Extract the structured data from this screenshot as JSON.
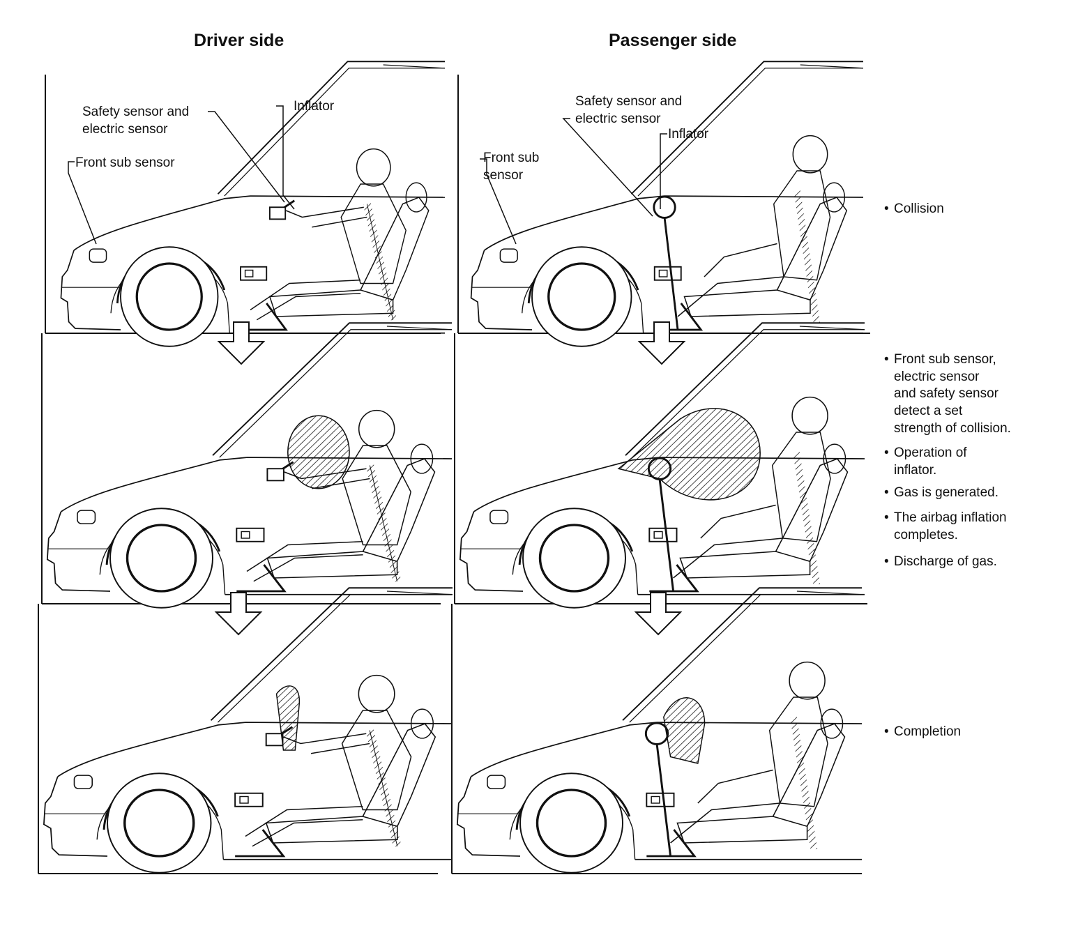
{
  "headers": {
    "driver": "Driver side",
    "passenger": "Passenger side"
  },
  "driver_labels": {
    "safety_sensor": "Safety sensor and\nelectric sensor",
    "inflator": "Inflator",
    "front_sub_sensor": "Front sub sensor"
  },
  "passenger_labels": {
    "safety_sensor": "Safety sensor and\nelectric sensor",
    "inflator": "Inflator",
    "front_sub_sensor": "Front sub\nsensor"
  },
  "steps": {
    "collision": "Collision",
    "detect": "Front sub sensor,\nelectric sensor\nand safety sensor\ndetect a set\nstrength of collision.",
    "operation": "Operation of\ninflator.",
    "gas": "Gas is generated.",
    "inflation": "The airbag inflation\ncompletes.",
    "discharge": "Discharge of gas.",
    "completion": "Completion"
  },
  "bullet": "•"
}
